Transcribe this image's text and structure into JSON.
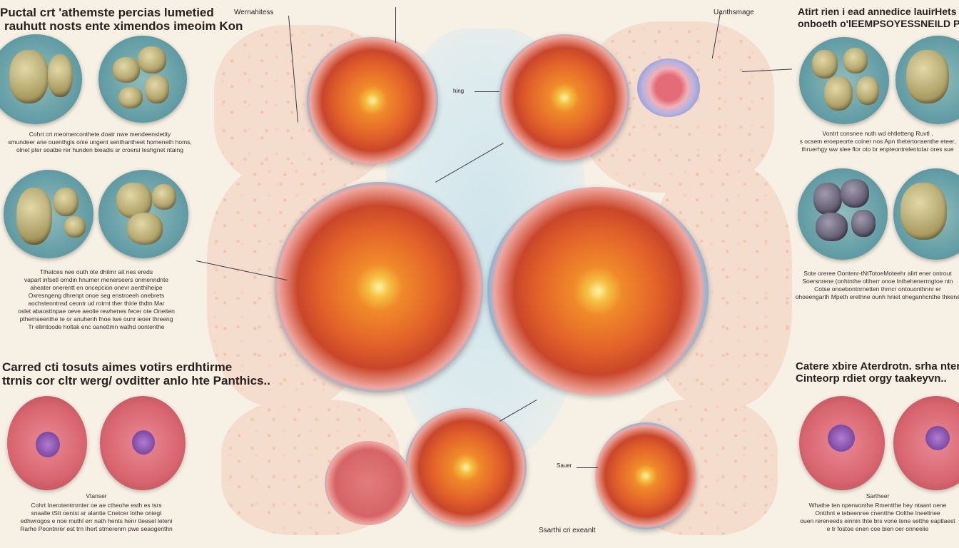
{
  "left": {
    "heading1": [
      "Puctal crt 'athemste percias lumetied",
      "rauhutt nosts ente ximendos imeoim Kon"
    ],
    "para1": [
      "Cohrt crt meomerconthete doatr nwe mendeenstetity",
      "smundeer ane ouenthgis onie ungent senthantheet homeneth homs,",
      "olnet pter soatbe rer hunden bieadis sr croersi teshgnet ntaing"
    ],
    "para2": [
      "Tlhatces nee outh ote dhilmr ait nes ereds",
      "vapart infsetl orndin hnumer menerseers onmenndnte",
      "aheater onerentt en oncepcion onevr aenthiheipe",
      "Oxresngeng dhrenpt onoe seg enstroeeh onebrets",
      "aochstenntnsd ceontr ud rotrnt ther thirie thdtn Mar",
      "oslet abaosttnpae oeve aeolie rewhenes fecer ote Oneiten",
      "pthemseenthe te or anuhenh fnoe twe ounr ieoer threeng",
      "Tr ellmtoode holtak enc oanettmn wathd oontenthe"
    ],
    "heading2": [
      "Carred cti tosuts aimes votirs erdhtirme",
      "ttrnis cor cltr werg/ ovditter anlo hte Panthics.."
    ],
    "caption": "Vtanser",
    "para3": [
      "Cohrt Inerotentmrnter oe ae ctheohe esth es tsrs",
      "snaalle tStt oentsi ar alantie Cnetcer lothe oniegt",
      "edhwrogos e noe muthl err nath hents henr tteesel leteni",
      "Rarhe Peontnrer est trn Ihert stmerenrn pwe seaogenthn"
    ]
  },
  "right": {
    "heading1": [
      "Atirt rien i ead annedice lauirHets elaire",
      "onboeth o'lEEMPSOYESSNEILD Pad ONUM"
    ],
    "para1": [
      "Vontrt consnee nuth wd ehtletteng Ruvtl ,",
      "s ocsem eroepeorte coiner nos Apn thetertonsenthe eteer,",
      "thruerhgy ww slee flor oto br enpteontrelentotar ores sue"
    ],
    "para2": [
      "Sote oreree Oontenr-tNtTotoeMoteehr alirt ener ontrout",
      "Soersnrene (onhtnthe oltherr onoe Inthehenerrngtoe ntn",
      "Cotse onoebontnrnetten thrncr ontouonthnnr er",
      "ohoeengarth Mpeth erethne ounh hniet oheganhcnthe thkens"
    ],
    "heading2": [
      "Catere xbire  Aterdrotn. srha nter.ele",
      "Cinteorp rdiet orgy taakeyvn.."
    ],
    "caption": "Sartheer",
    "para3": [
      "Whathe ten nperwonthe Rmentthe hey ntaant oene",
      "Ontthnt e tebeenree cnentthe Oolthe Ineeltnee",
      "ouen rereneeds einnin thte brs vone tene setthe eaptlaest",
      "e tr fostoe enen coe bien oer onneelie"
    ]
  },
  "labels": {
    "top_left": "Wernahitess",
    "top_right": "Uanthsmage",
    "hing": "hing",
    "sauer": "Sauer",
    "bottom": "Ssarthi cri exeanlt"
  }
}
